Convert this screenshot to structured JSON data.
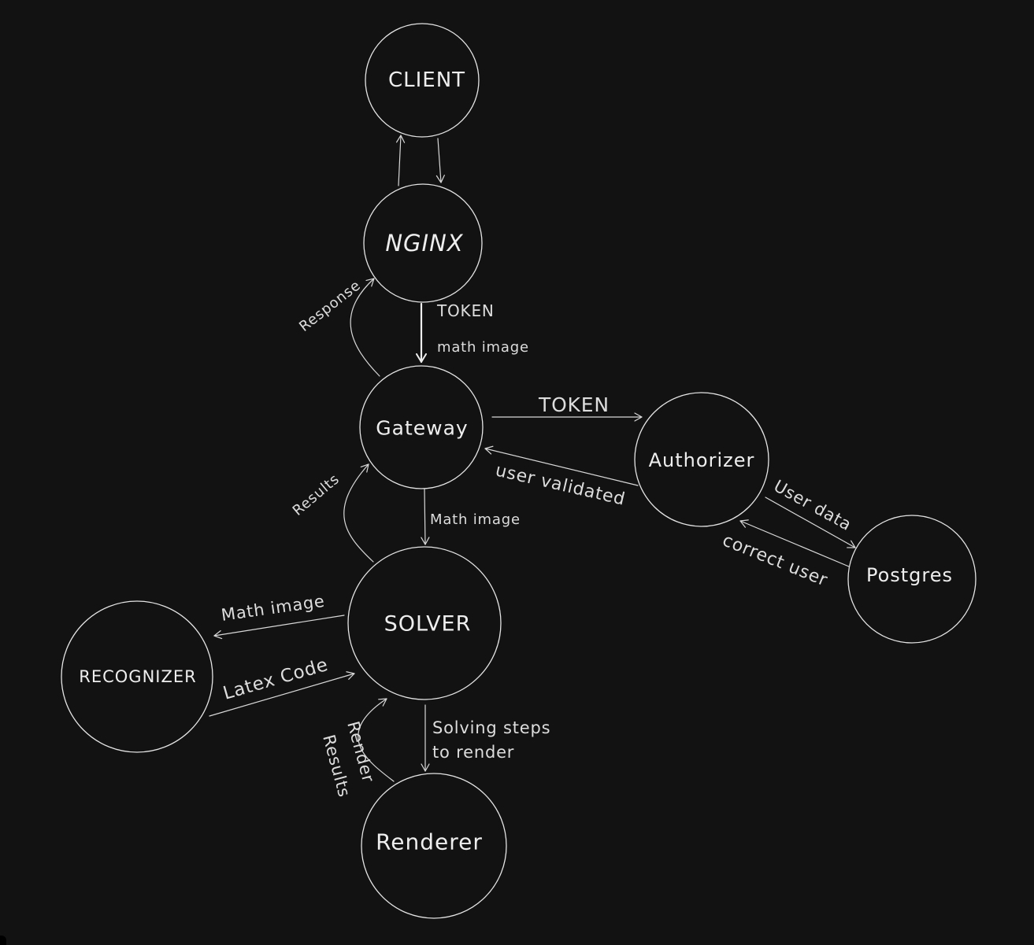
{
  "diagram": {
    "nodes": {
      "client": "CLIENT",
      "nginx": "NGINX",
      "gateway": "Gateway",
      "authorizer": "Authorizer",
      "postgres": "Postgres",
      "solver": "SOLVER",
      "recognizer": "RECOGNIZER",
      "renderer": "Renderer"
    },
    "edges": {
      "nginx_to_gateway_line1": "TOKEN",
      "nginx_to_gateway_line2": "math image",
      "gateway_to_nginx": "Response",
      "gateway_to_authorizer": "TOKEN",
      "authorizer_to_gateway": "user validated",
      "authorizer_to_postgres": "User data",
      "postgres_to_authorizer": "correct user",
      "gateway_to_solver": "Math image",
      "solver_to_gateway": "Results",
      "solver_to_recognizer": "Math image",
      "recognizer_to_solver": "Latex Code",
      "solver_to_renderer_line1": "Solving steps",
      "solver_to_renderer_line2": "to render",
      "renderer_to_solver_line1": "Render",
      "renderer_to_solver_line2": "Results"
    }
  }
}
